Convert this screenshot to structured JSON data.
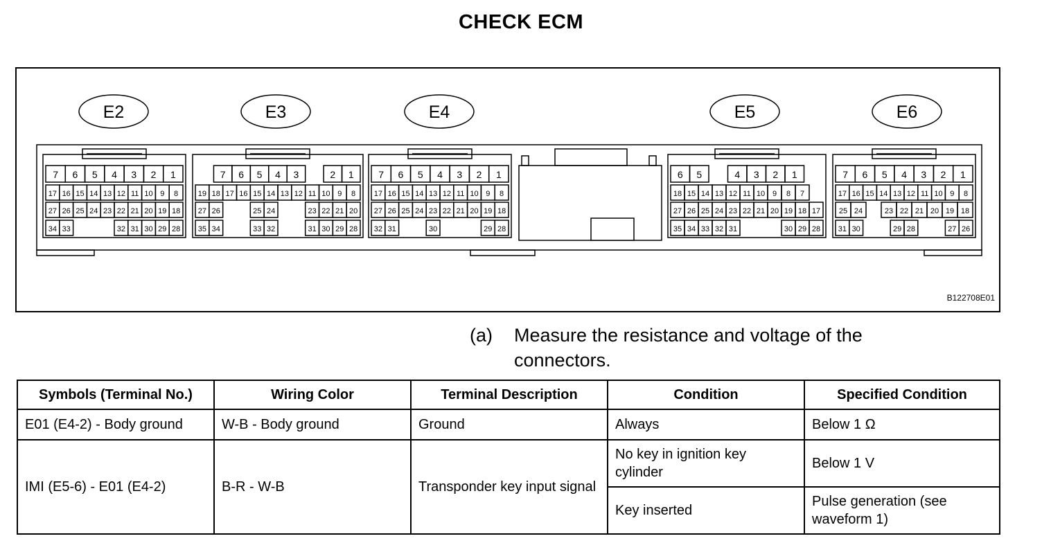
{
  "page": {
    "title": "CHECK ECM",
    "figure_code": "B122708E01"
  },
  "connectors": [
    {
      "label": "E2",
      "rows": [
        [
          "7",
          "6",
          "5",
          "4",
          "3",
          "2",
          "1"
        ],
        [
          "17",
          "16",
          "15",
          "14",
          "13",
          "12",
          "11",
          "10",
          "9",
          "8"
        ],
        [
          "27",
          "26",
          "25",
          "24",
          "23",
          "22",
          "21",
          "20",
          "19",
          "18"
        ],
        [
          "34",
          "33",
          "",
          "",
          "",
          "32",
          "31",
          "30",
          "29",
          "28"
        ]
      ]
    },
    {
      "label": "E3",
      "rows": [
        [
          "",
          "7",
          "6",
          "5",
          "4",
          "3",
          "",
          "2",
          "1"
        ],
        [
          "19",
          "18",
          "17",
          "16",
          "15",
          "14",
          "13",
          "12",
          "11",
          "10",
          "9",
          "8"
        ],
        [
          "27",
          "26",
          "",
          "",
          "25",
          "24",
          "",
          "",
          "23",
          "22",
          "21",
          "20"
        ],
        [
          "35",
          "34",
          "",
          "",
          "33",
          "32",
          "",
          "",
          "31",
          "30",
          "29",
          "28"
        ]
      ]
    },
    {
      "label": "E4",
      "rows": [
        [
          "7",
          "6",
          "5",
          "4",
          "3",
          "2",
          "1"
        ],
        [
          "17",
          "16",
          "15",
          "14",
          "13",
          "12",
          "11",
          "10",
          "9",
          "8"
        ],
        [
          "27",
          "26",
          "25",
          "24",
          "23",
          "22",
          "21",
          "20",
          "19",
          "18"
        ],
        [
          "32",
          "31",
          "",
          "",
          "30",
          "",
          "",
          "",
          "29",
          "28"
        ]
      ]
    },
    {
      "label": "E5",
      "rows": [
        [
          "6",
          "5",
          "",
          "4",
          "3",
          "2",
          "1",
          ""
        ],
        [
          "18",
          "15",
          "14",
          "13",
          "12",
          "11",
          "10",
          "9",
          "8",
          "7",
          ""
        ],
        [
          "27",
          "26",
          "25",
          "24",
          "23",
          "22",
          "21",
          "20",
          "19",
          "18",
          "17"
        ],
        [
          "35",
          "34",
          "33",
          "32",
          "31",
          "",
          "",
          "",
          "30",
          "29",
          "28"
        ]
      ]
    },
    {
      "label": "E6",
      "rows": [
        [
          "7",
          "6",
          "5",
          "4",
          "3",
          "2",
          "1"
        ],
        [
          "17",
          "16",
          "15",
          "14",
          "13",
          "12",
          "11",
          "10",
          "9",
          "8"
        ],
        [
          "25",
          "24",
          "",
          "23",
          "22",
          "21",
          "20",
          "19",
          "18"
        ],
        [
          "31",
          "30",
          "",
          "",
          "29",
          "28",
          "",
          "",
          "27",
          "26"
        ]
      ]
    }
  ],
  "step": {
    "number": "(a)",
    "text": "Measure the resistance and voltage of the connectors."
  },
  "table": {
    "headers": [
      "Symbols (Terminal No.)",
      "Wiring Color",
      "Terminal Description",
      "Condition",
      "Specified Condition"
    ],
    "row1": [
      "E01 (E4-2) - Body ground",
      "W-B - Body ground",
      "Ground",
      "Always",
      "Below 1 Ω"
    ],
    "row2": {
      "symbol": "IMI (E5-6) - E01 (E4-2)",
      "wiring": "B-R - W-B",
      "description": "Transponder key input signal",
      "condition_a": "No key in ignition key cylinder",
      "spec_a": "Below 1 V",
      "condition_b": "Key inserted",
      "spec_b": "Pulse generation (see waveform 1)"
    }
  }
}
